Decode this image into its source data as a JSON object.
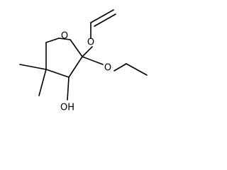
{
  "molecule": {
    "atoms": {
      "ring_oxygen": "O",
      "vinyloxy_oxygen": "O",
      "ethoxy_oxygen": "O",
      "hydroxyl": "OH"
    }
  }
}
